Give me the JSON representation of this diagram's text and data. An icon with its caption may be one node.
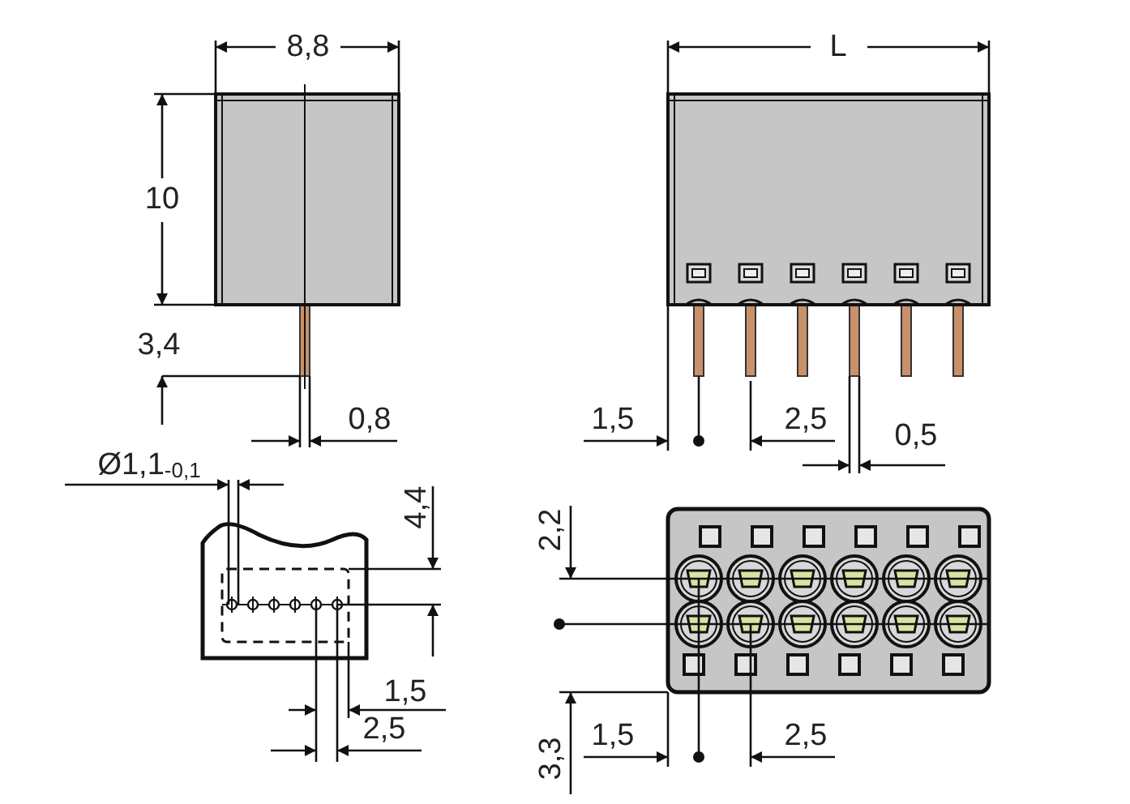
{
  "diagram": {
    "labels": [
      "8,8",
      "L",
      "10",
      "3,4",
      "0,8",
      "1,5",
      "2,5",
      "0,5",
      "Ø1,1$_{-0,1}$",
      "4,4",
      "2,2",
      "1,5",
      "2,5",
      "1,5",
      "2,5",
      "3,3"
    ]
  }
}
